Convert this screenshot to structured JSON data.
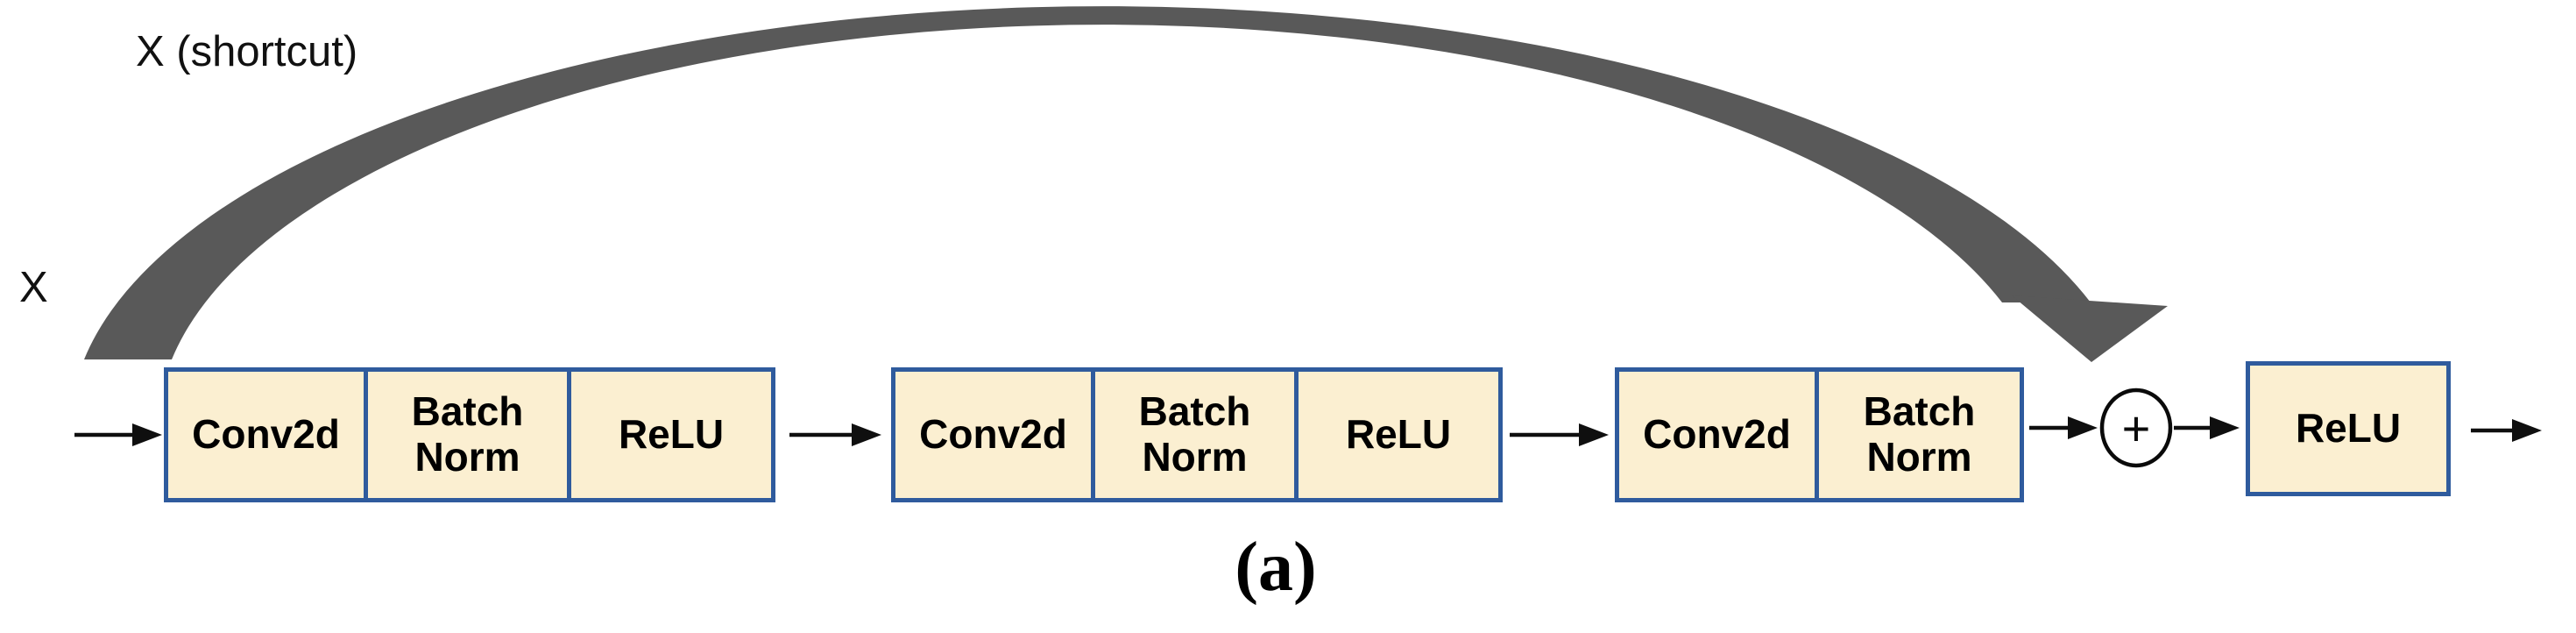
{
  "diagram": {
    "title_semantic": "residual-block-diagram",
    "input_label": "X",
    "shortcut_label": "X (shortcut)",
    "plus_symbol": "+",
    "caption": "(a)",
    "groups": [
      {
        "boxes": [
          "Conv2d",
          "Batch Norm",
          "ReLU"
        ]
      },
      {
        "boxes": [
          "Conv2d",
          "Batch Norm",
          "ReLU"
        ]
      },
      {
        "boxes": [
          "Conv2d",
          "Batch Norm"
        ]
      }
    ],
    "final_box": "ReLU",
    "colors": {
      "background": "#FFFFFF",
      "box_fill": "#FBEFD1",
      "box_border": "#2F5B9D",
      "shortcut_arrow": "#595959",
      "flow_arrow": "#0F0F0F",
      "text": "#000000"
    }
  }
}
